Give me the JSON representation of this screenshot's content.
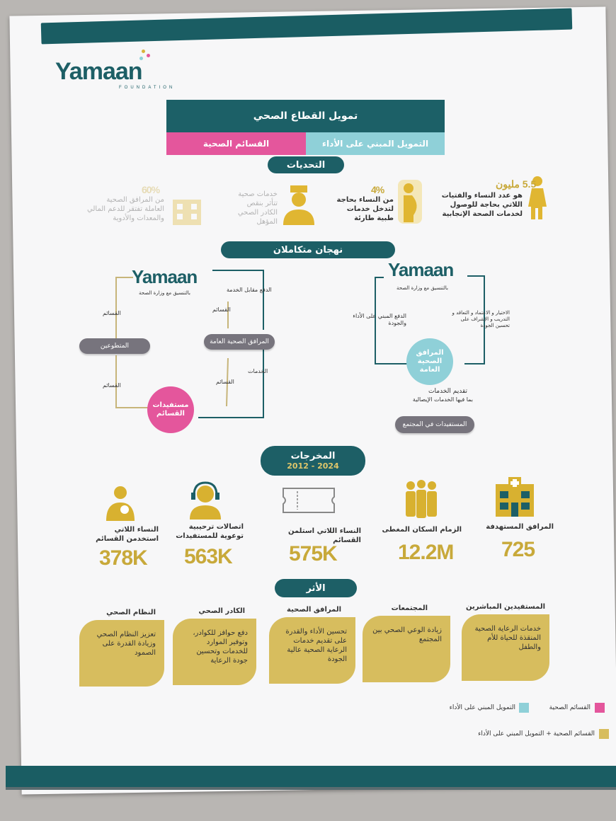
{
  "logo": {
    "name": "Yamaan",
    "sub": "FOUNDATION"
  },
  "header": {
    "title": "تمويل القطاع الصحي",
    "pink_label": "القسائم الصحية",
    "teal_label": "التمويل المبني على الأداء"
  },
  "challenges": {
    "title": "التحديات",
    "items": [
      {
        "value": "5.5 مليون",
        "text": "هو عدد النساء والفتيات اللاتي بحاجة للوصول لخدمات الصحة الإنجابية",
        "icon": "pregnant-woman-icon"
      },
      {
        "value": "4%",
        "text": "من النساء بحاجة لتدخل خدمات طبية طارئة",
        "icon": "pregnant-belly-icon"
      },
      {
        "value": "",
        "text": "خدمات صحية تتأثر بنقص الكادر الصحي المؤهل",
        "icon": "doctor-icon"
      },
      {
        "value": "60%",
        "text": "من المرافق الصحية العاملة تفتقر للدعم المالي والمعدات والأدوية",
        "icon": "facility-icon"
      }
    ]
  },
  "approaches": {
    "title": "نهجان متكاملان",
    "left": {
      "coordination": "بالتنسيق مع وزارة الصحة",
      "pay_service": "الدفع مقابل الخدمة",
      "vouchers_a": "القسائم",
      "vouchers_b": "القسائم",
      "vouchers_c": "القسائم",
      "vouchers_d": "القسائم",
      "services": "الخدمات",
      "volunteers": "المتطوعين",
      "public_facilities": "المرافق الصحية العامة",
      "beneficiaries": "مستفيدات القسائم"
    },
    "right": {
      "coordination": "بالتنسيق مع وزارة الصحة",
      "selection": "الاختيار و الاعتماد و التعاقد و التدريب و الإشراف على تحسين الجودة",
      "performance_pay": "الدفع المبني على الأداء والجودة",
      "public_facilities": "المرافق الصحية العامة",
      "service_delivery": "تقديم الخدمات",
      "incl_outreach": "بما فيها الخدمات الإيصالية",
      "community": "المستفيدات في المجتمع"
    }
  },
  "outputs": {
    "title": "المخرجات",
    "years": "2012 - 2024",
    "items": [
      {
        "label": "المرافق المستهدفة",
        "value": "725",
        "icon": "hospital-icon"
      },
      {
        "label": "الزمام السكان المغطى",
        "value": "12.2M",
        "icon": "people-icon"
      },
      {
        "label": "النساء اللاتي استلمن القسائم",
        "value": "575K",
        "icon": "voucher-icon"
      },
      {
        "label": "اتصالات ترحيبية توعوية للمستفيدات",
        "value": "563K",
        "icon": "headset-icon"
      },
      {
        "label": "النساء اللاتي استخدمن القسائم",
        "value": "378K",
        "icon": "mother-baby-icon"
      }
    ]
  },
  "impact": {
    "title": "الأثر",
    "items": [
      {
        "heading": "المستفيدين المباشرين",
        "text": "خدمات الرعاية الصحية المنقذة للحياة للأم والطفل"
      },
      {
        "heading": "المجتمعات",
        "text": "زيادة الوعي الصحي بين المجتمع"
      },
      {
        "heading": "المرافق الصحية",
        "text": "تحسين الأداء والقدرة على تقديم خدمات الرعاية الصحية عالية الجودة"
      },
      {
        "heading": "الكادر الصحي",
        "text": "دفع حوافز للكوادر، وتوفير الموارد للخدمات وتحسين جودة الرعاية"
      },
      {
        "heading": "النظام الصحي",
        "text": "تعزيز النظام الصحي وزيادة القدرة على الصمود"
      }
    ]
  },
  "legend": {
    "pink": "القسائم الصحية",
    "teal": "التمويل المبني على الأداء",
    "olive": "القسائم الصحية + التمويل المبني على الأداء"
  },
  "colors": {
    "teal_dark": "#1c6067",
    "pink": "#e4569c",
    "teal_light": "#8fd0d8",
    "olive": "#d7bd5e",
    "gold": "#c8a93a"
  }
}
